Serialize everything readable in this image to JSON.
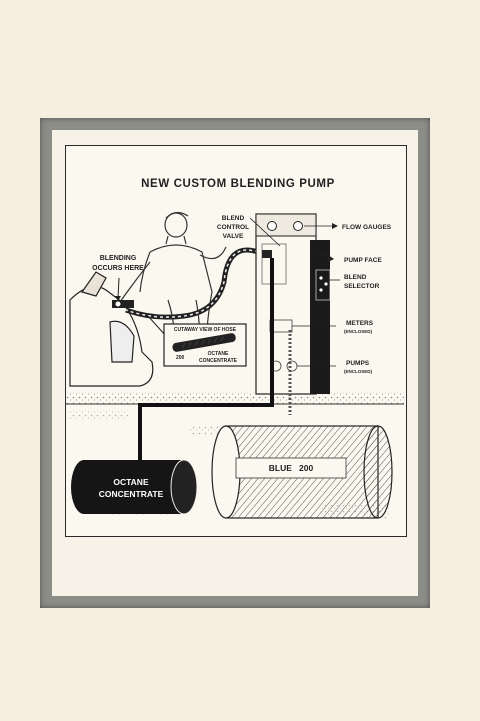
{
  "title": "NEW CUSTOM BLENDING PUMP",
  "labels": {
    "blending_line1": "BLENDING",
    "blending_line2": "OCCURS HERE",
    "blend_valve_line1": "BLEND",
    "blend_valve_line2": "CONTROL",
    "blend_valve_line3": "VALVE",
    "flow_gauges": "FLOW GAUGES",
    "pump_face": "PUMP FACE",
    "blend_selector_line1": "BLEND",
    "blend_selector_line2": "SELECTOR",
    "meters": "METERS",
    "meters_sub": "(ENCLOSED)",
    "pumps": "PUMPS",
    "pumps_sub": "(ENCLOSED)",
    "cutaway": "CUTAWAY VIEW OF HOSE",
    "cutaway_200": "200",
    "cutaway_octane_line1": "OCTANE",
    "cutaway_octane_line2": "CONCENTRATE"
  },
  "tanks": {
    "octane_line1": "OCTANE",
    "octane_line2": "CONCENTRATE",
    "blue": "BLUE   200"
  },
  "colors": {
    "background": "#f6efe0",
    "frame": "#8d8d88",
    "ink": "#1a1a1a"
  }
}
